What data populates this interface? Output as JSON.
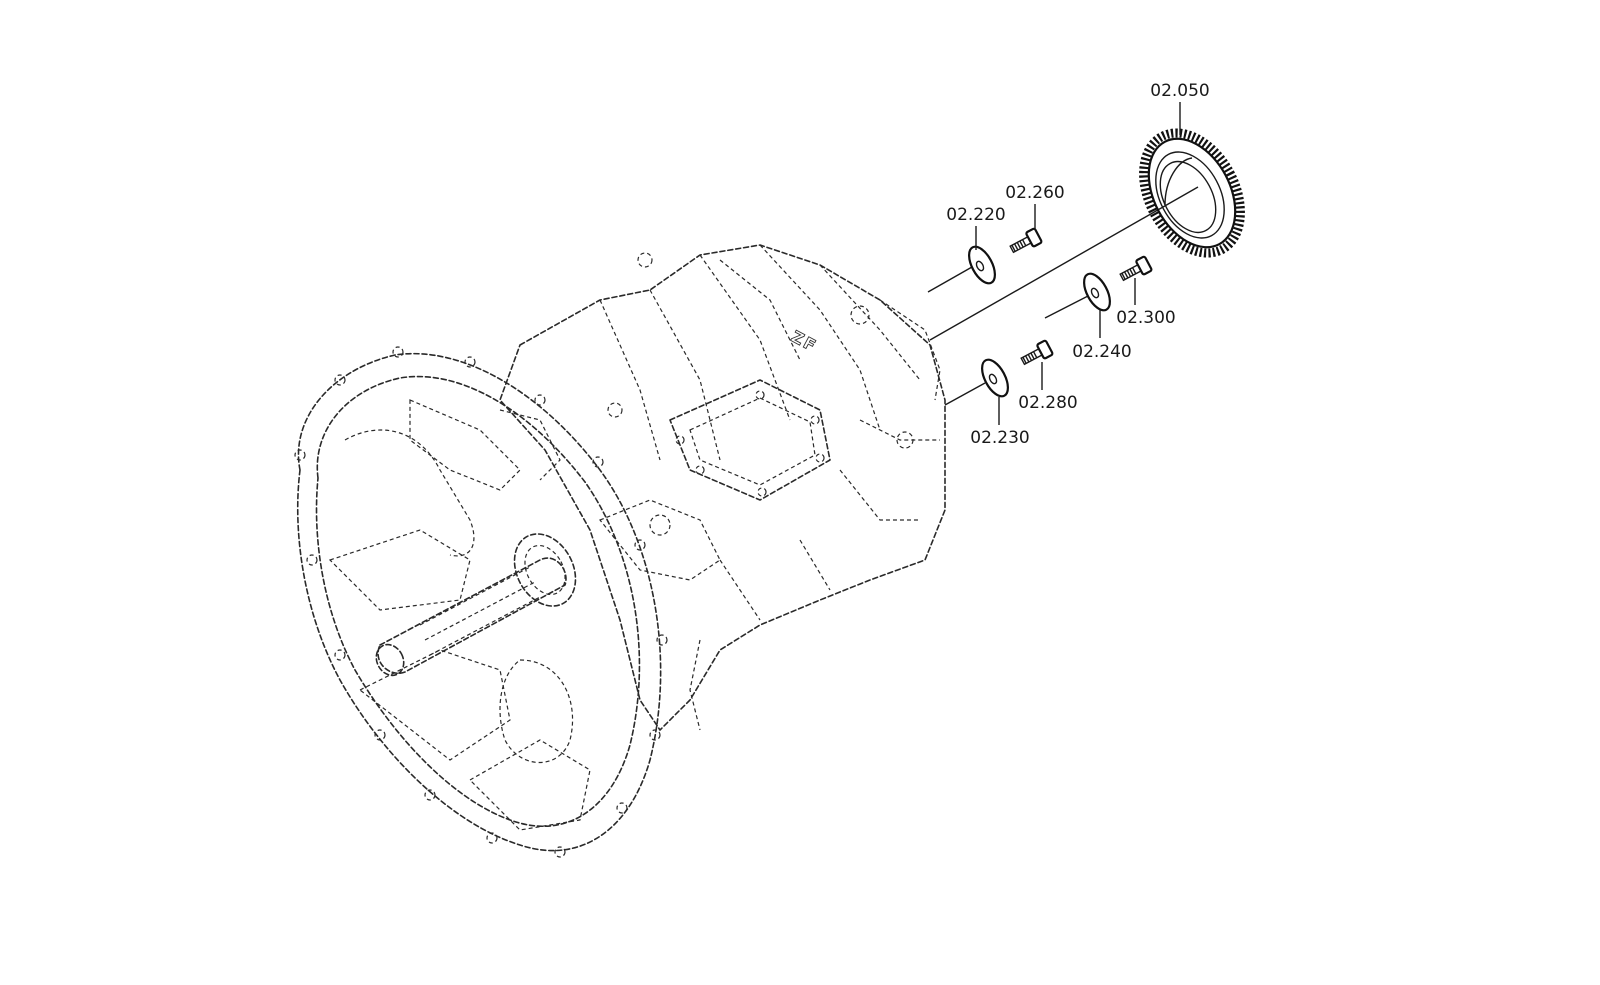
{
  "diagram": {
    "callouts": [
      {
        "id": "c050",
        "label": "02.050"
      },
      {
        "id": "c260",
        "label": "02.260"
      },
      {
        "id": "c220",
        "label": "02.220"
      },
      {
        "id": "c300",
        "label": "02.300"
      },
      {
        "id": "c240",
        "label": "02.240"
      },
      {
        "id": "c280",
        "label": "02.280"
      },
      {
        "id": "c230",
        "label": "02.230"
      }
    ],
    "housing_marking": "ZF"
  },
  "colors": {
    "line": "#1a1a1a",
    "background": "#ffffff"
  },
  "icons": [
    "transmission-housing-icon",
    "gear-ring-icon",
    "washer-icon",
    "bolt-icon"
  ]
}
